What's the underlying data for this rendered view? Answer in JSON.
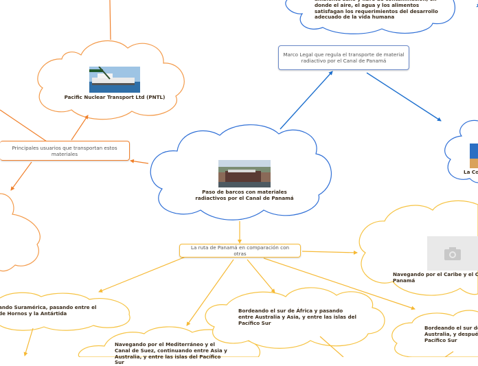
{
  "topics": {
    "central": "Paso de barcos con materiales radiactivos por el Canal de Panamá",
    "legal": "Marco Legal que regula el transporte de material radiactivo por el Canal de Panamá",
    "users": "Principales usuarios que transportan estos materiales",
    "route": "La ruta de Panamá en comparación con otras",
    "pntl": "Pacific Nuclear Transport Ltd (PNTL)",
    "env": "ambiente sano y libre de contaminación, en donde el aire, el agua y los alimentos satisfagan los requerimientos del desarrollo adecuado de la vida humana",
    "comision": "La Co",
    "south_america": "ando Suramérica, pasando entre el de Hornos y la Antártida",
    "mediterranean": "Navegando por el Mediterráneo y el Canal de Suez, continuando entre Asia y Australia, y entre las islas del Pacífico Sur",
    "africa": "Bordeando el sur de África y pasando entre Australia y Asia, y entre las islas del Pacífico Sur",
    "caribbean": "Navegando por el Caribe y el Ca Panamá",
    "australia": "Bordeando el sur de Australia, y despué Pacífico Sur"
  },
  "colors": {
    "orange_line": "#f0802b",
    "yellow_line": "#f6b935",
    "blue_line": "#1d6fce",
    "blue_cloud": "#2f6fd6",
    "orange_cloud": "#f39a4a",
    "yellow_cloud": "#f6c343",
    "legal_border": "#6a88c8"
  },
  "icons": {
    "ship_photo": "ship-photo",
    "canal_photo": "canal-photo",
    "placeholder": "camera-icon",
    "partial_photo": "photo"
  }
}
